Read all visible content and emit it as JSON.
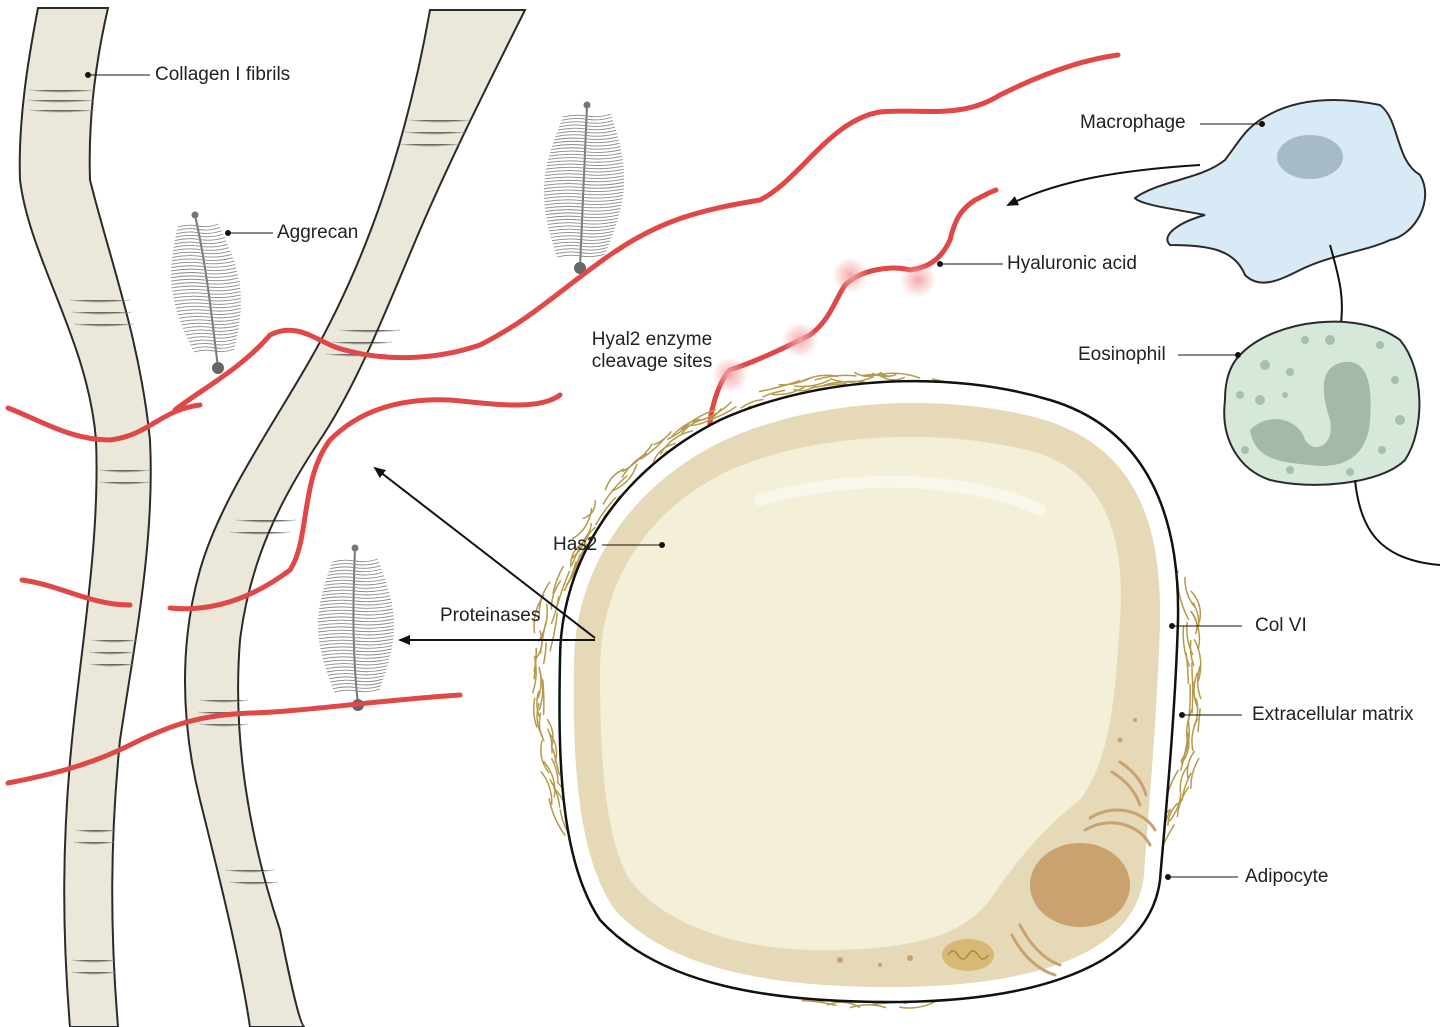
{
  "labels": {
    "collagen": "Collagen I fibrils",
    "aggrecan": "Aggrecan",
    "macrophage": "Macrophage",
    "hyaluronic_acid": "Hyaluronic acid",
    "hyal2_line1": "Hyal2 enzyme",
    "hyal2_line2": "cleavage sites",
    "eosinophil": "Eosinophil",
    "has2": "Has2",
    "proteinases": "Proteinases",
    "col6": "Col VI",
    "ecm": "Extracellular matrix",
    "adipocyte": "Adipocyte"
  },
  "colors": {
    "collagen_fill": "#ebe8da",
    "collagen_stroke": "#2a2a2a",
    "hyaluronic_acid": "#e04848",
    "cleavage_glow": "#f4a6a6",
    "macrophage_fill": "#d8eaf6",
    "macrophage_nucleus": "#9fb3bd",
    "eosinophil_fill": "#d6e8da",
    "eosinophil_granule": "#a9bfae",
    "adipocyte_lipid": "#f3efd9",
    "adipocyte_cytoplasm": "#e5d9b8",
    "adipocyte_nucleus": "#c9a270",
    "col6_fiber": "#b59a4c",
    "aggrecan": "#777777"
  }
}
